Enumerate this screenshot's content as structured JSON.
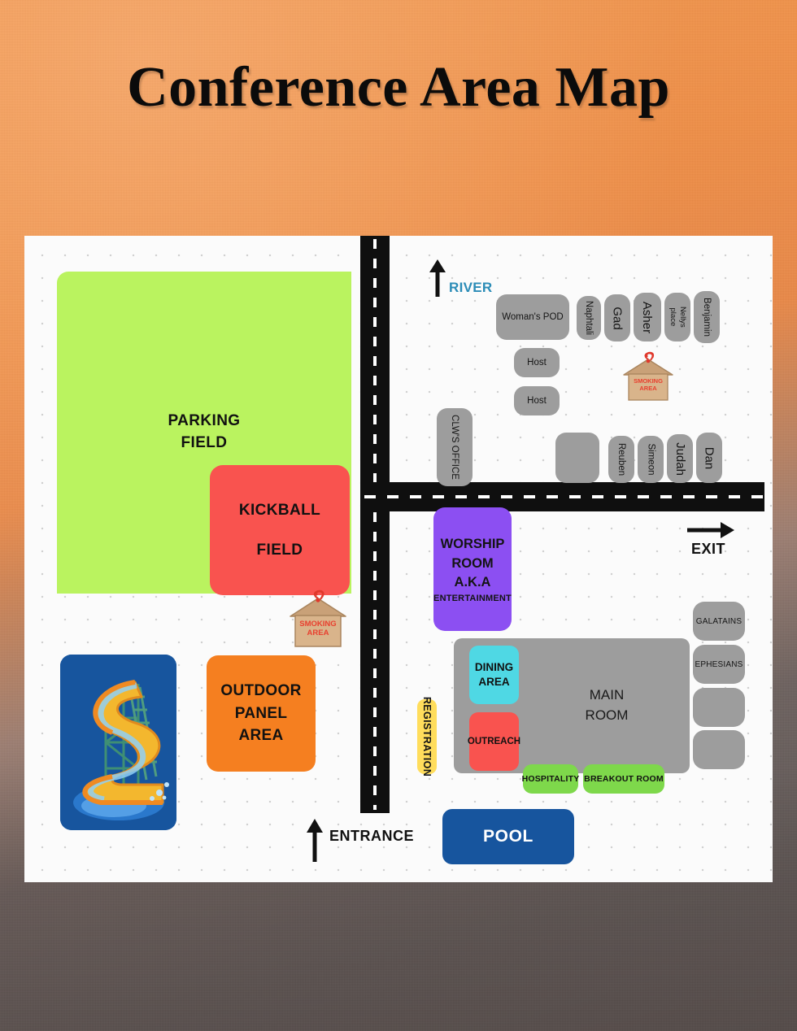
{
  "page": {
    "title": "Conference Area Map"
  },
  "colors": {
    "parking_green": "#baf35f",
    "kickball_red": "#f9534f",
    "outdoor_orange": "#f57f20",
    "pool_blue": "#17559e",
    "worship_purple": "#8c4ff2",
    "room_gray": "#9d9d9d",
    "dining_cyan": "#4fd8e4",
    "green_room": "#7ed84b",
    "registration_yellow": "#ffdd5c",
    "river_text": "#2b8cb7",
    "smoking_text": "#e8402f",
    "road_black": "#0f0f0f",
    "map_background": "#fbfbfb"
  },
  "zones": {
    "parking": "PARKING\nFIELD",
    "parking_line1": "PARKING",
    "parking_line2": "FIELD",
    "kickball_line1": "KICKBALL",
    "kickball_line2": "FIELD",
    "outdoor_line1": "OUTDOOR",
    "outdoor_line2": "PANEL",
    "outdoor_line3": "AREA",
    "pool": "POOL",
    "worship_line1": "WORSHIP",
    "worship_line2": "ROOM",
    "worship_line3": "A.K.A",
    "worship_line4": "ENTERTAINMENT",
    "main_room_line1": "MAIN",
    "main_room_line2": "ROOM",
    "dining_line1": "DINING",
    "dining_line2": "AREA",
    "outreach": "OUTREACH",
    "hospitality": "HOSPITALITY",
    "breakout": "BREAKOUT ROOM",
    "registration": "REGISTRATION",
    "clw_office": "CLW'S OFFICE"
  },
  "pods": {
    "womans_pod": "Woman's POD",
    "host_1": "Host",
    "host_2": "Host",
    "top_row": [
      "Naphtali",
      "Gad",
      "Asher",
      "Nellys place",
      "Benjamin"
    ],
    "mid_row": [
      "Reuben",
      "Simeon",
      "Judah",
      "Dan"
    ],
    "right_rooms": [
      "GALATAINS",
      "EPHESIANS",
      "",
      ""
    ]
  },
  "signs": {
    "smoking_line1": "SMOKING",
    "smoking_line2": "AREA"
  },
  "markers": {
    "river": "RIVER",
    "exit": "EXIT",
    "entrance": "ENTRANCE"
  }
}
